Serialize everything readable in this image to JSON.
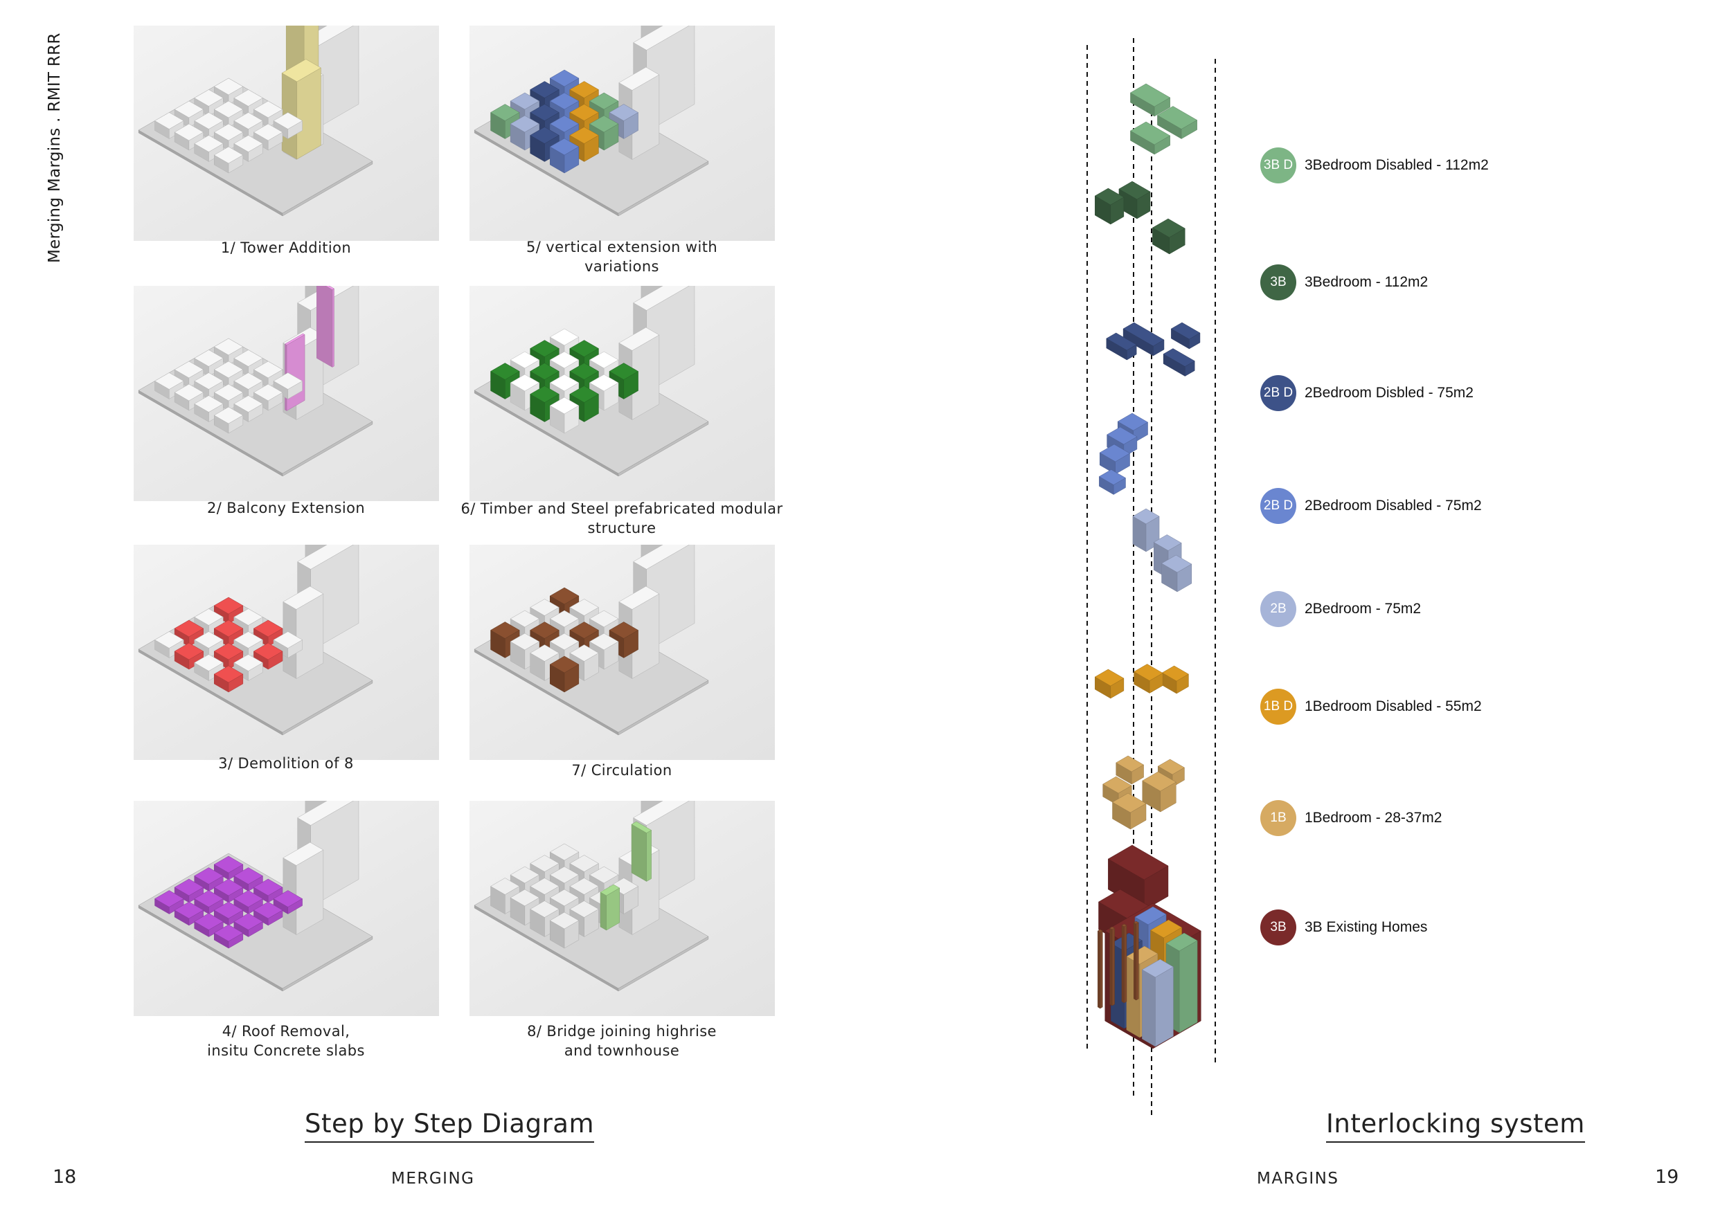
{
  "side_title": "Merging Margins . RMIT RRR",
  "steps": [
    {
      "label": "1/ Tower Addition",
      "highlight": "#efe5a0"
    },
    {
      "label": "2/ Balcony Extension",
      "highlight": "#ee9ce8"
    },
    {
      "label": "3/ Demolition of 8",
      "highlight": "#ef5050"
    },
    {
      "label": "4/ Roof Removal,\ninsitu Concrete slabs",
      "highlight": "#b850d8"
    },
    {
      "label": "5/ vertical extension with\nvariations",
      "highlight": "#6a86d0"
    },
    {
      "label": "6/ Timber and Steel prefabricated modular\nstructure",
      "highlight": "#2e8a2e"
    },
    {
      "label": "7/ Circulation",
      "highlight": "#8a5030"
    },
    {
      "label": "8/ Bridge joining highrise\nand townhouse",
      "highlight": "#a8dc90"
    }
  ],
  "left_title": "Step by Step Diagram",
  "right_title": "Interlocking system",
  "page_left": "18",
  "page_right": "19",
  "footer_left": "MERGING",
  "footer_right": "MARGINS",
  "legend": [
    {
      "code": "3B D",
      "label": "3Bedroom Disabled - 112m2",
      "color": "#7db585"
    },
    {
      "code": "3B",
      "label": "3Bedroom - 112m2",
      "color": "#3f6645"
    },
    {
      "code": "2B D",
      "label": "2Bedroom Disbled - 75m2",
      "color": "#3d5288"
    },
    {
      "code": "2B D",
      "label": "2Bedroom Disabled - 75m2",
      "color": "#6a86d0"
    },
    {
      "code": "2B",
      "label": "2Bedroom - 75m2",
      "color": "#a6b4d8"
    },
    {
      "code": "1B D",
      "label": "1Bedroom  Disabled - 55m2",
      "color": "#dc9a22"
    },
    {
      "code": "1B",
      "label": "1Bedroom - 28-37m2",
      "color": "#d6aa62"
    },
    {
      "code": "3B",
      "label": "3B Existing Homes",
      "color": "#7a2a2a"
    }
  ]
}
